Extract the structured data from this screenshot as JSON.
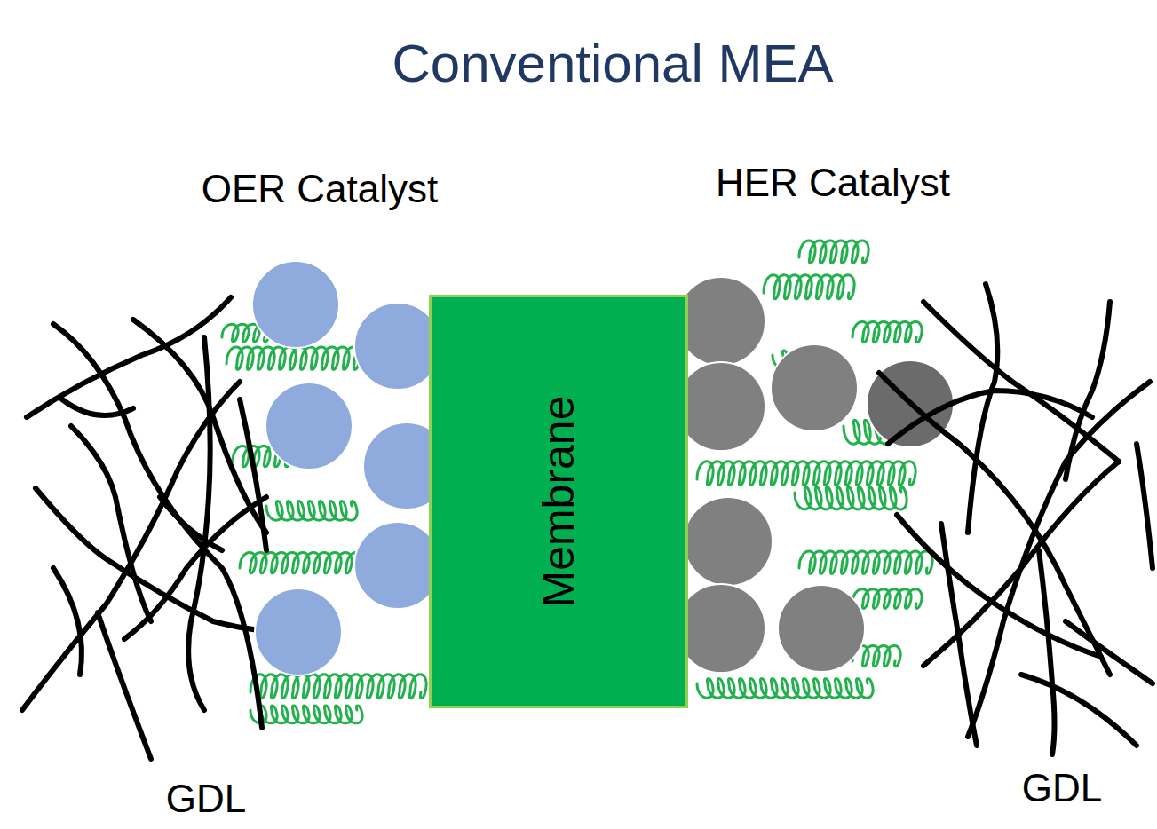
{
  "diagram": {
    "title": "Conventional MEA",
    "nodes": [
      {
        "text": [
          "Membrane"
        ]
      }
    ],
    "labels": [
      "OER Catalyst",
      "HER Catalyst",
      "GDL",
      "GDL"
    ]
  }
}
